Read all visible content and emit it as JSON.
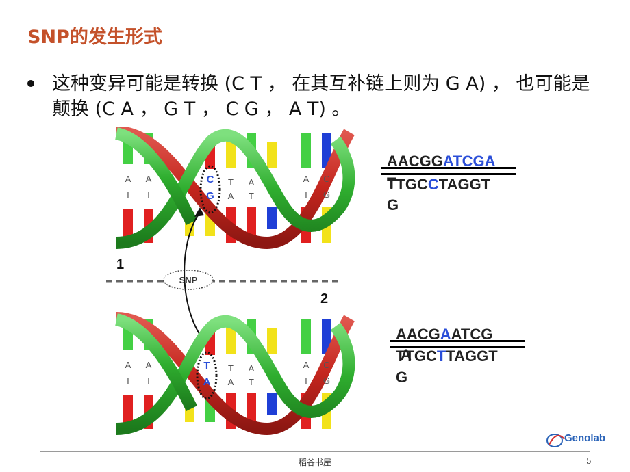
{
  "slide": {
    "title": "SNP的发生形式",
    "bullet": "这种变异可能是转换 (C T ， 在其互补链上则为 G A) ， 也可能是颠换 (C A ， G T ， C G ， A T) 。",
    "page_number": "5",
    "footer": "稻谷书屋"
  },
  "diagram": {
    "label_1": "1",
    "label_2": "2",
    "snp_label": "SNP",
    "top_highlight_top": "C",
    "top_highlight_bottom": "G",
    "bottom_highlight_top": "T",
    "bottom_highlight_bottom": "A",
    "top_pairs": [
      {
        "top": "A",
        "bottom": "T"
      },
      {
        "top": "A",
        "bottom": "T"
      },
      {
        "top": "T",
        "bottom": "A"
      },
      {
        "top": "A",
        "bottom": "T"
      },
      {
        "top": "A",
        "bottom": "T"
      },
      {
        "top": "C",
        "bottom": "G"
      }
    ],
    "bottom_pairs": [
      {
        "top": "A",
        "bottom": "T"
      },
      {
        "top": "A",
        "bottom": "T"
      },
      {
        "top": "T",
        "bottom": "A"
      },
      {
        "top": "A",
        "bottom": "T"
      },
      {
        "top": "A",
        "bottom": "T"
      },
      {
        "top": "C",
        "bottom": "G"
      }
    ]
  },
  "sequences": {
    "seq1_line1_a": "AACGG",
    "seq1_line1_b": "ATCGA",
    "seq1_overlap": "T",
    "seq1_line2_a": "TTGC",
    "seq1_line2_hl": "C",
    "seq1_line2_b": "TAGGT",
    "seq1_line3": "G",
    "seq2_line1_a": "AACG",
    "seq2_line1_hl": "A",
    "seq2_line1_b": "ATCG",
    "seq2_overlap": "A",
    "seq2_line2_a": "TTGC",
    "seq2_line2_hl": "T",
    "seq2_line2_b": "TAGGT",
    "seq2_line3": "G"
  },
  "logo": {
    "text": "Genolab",
    "icon": "genolab-logo-icon"
  },
  "colors": {
    "title": "#c4512a",
    "highlight": "#2a4ed8",
    "strand_green": "#2fae2f",
    "strand_red": "#c4261e",
    "base_red": "#e02020",
    "base_yellow": "#f2e21a",
    "base_blue": "#1f3fd6",
    "base_green": "#44d044"
  }
}
